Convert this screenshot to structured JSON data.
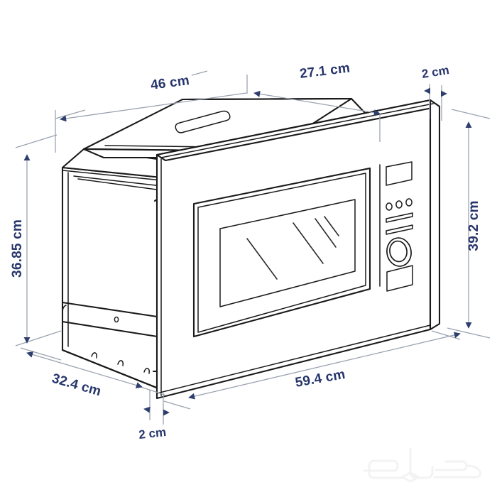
{
  "drawing": {
    "title": "Built-in microwave oven dimension diagram",
    "background_color": "#ffffff",
    "line_color": "#1a1a1a",
    "dimension_text_color": "#27366b",
    "dimension_line_color": "#9aa3b0",
    "projection": "isometric"
  },
  "dimensions": {
    "top_depth": "46 cm",
    "top_front_run": "27.1 cm",
    "top_gap": "2 cm",
    "left_height": "36.85 cm",
    "right_height": "39.2 cm",
    "bottom_depth": "32.4 cm",
    "bottom_front_width": "59.4 cm",
    "bottom_gap": "2 cm"
  },
  "appliance": {
    "type": "built-in-microwave",
    "parts": {
      "top_vent_label": "top-vent-slot",
      "door_window_label": "door-glass-window",
      "control_panel_label": "control-panel"
    },
    "control_panel": {
      "display_label": "display-screen",
      "indicator_count": 3,
      "slider_count": 2,
      "knob_label": "rotary-knob",
      "button_label": "start-button"
    }
  },
  "watermark": {
    "text": "حراج",
    "color": "#f2f2f2"
  }
}
